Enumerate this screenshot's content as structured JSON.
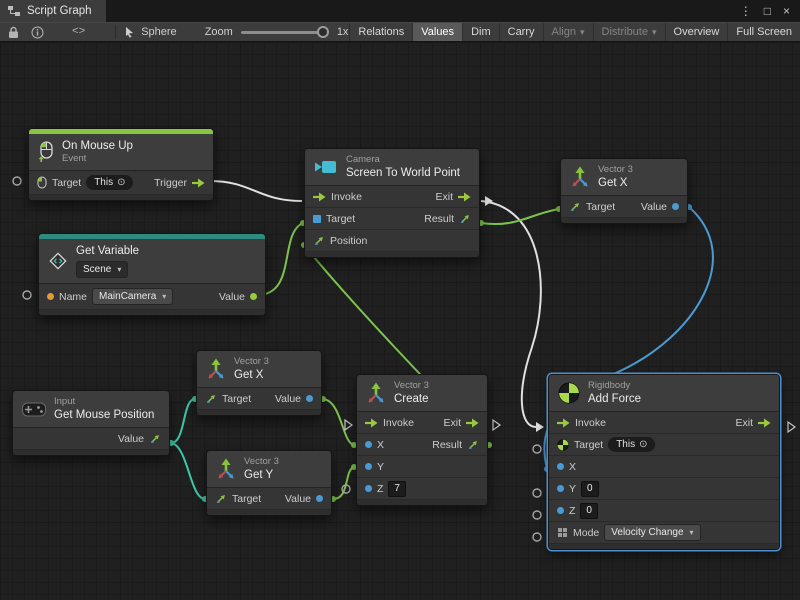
{
  "window": {
    "tab_title": "Script Graph"
  },
  "state": {
    "selected_node": "add-force"
  },
  "icons": {
    "more": "⋮",
    "maximize": "□",
    "close": "×",
    "caret_down": "▾",
    "target_symbol": "⊙",
    "code": "<>"
  },
  "toolbar": {
    "target_label": "Sphere",
    "zoom_label": "Zoom",
    "zoom_value": "1x",
    "buttons": [
      {
        "label": "Relations",
        "state": "normal"
      },
      {
        "label": "Values",
        "state": "active"
      },
      {
        "label": "Dim",
        "state": "normal"
      },
      {
        "label": "Carry",
        "state": "normal"
      },
      {
        "label": "Align",
        "state": "disabled",
        "caret": "▾"
      },
      {
        "label": "Distribute",
        "state": "disabled",
        "caret": "▾"
      },
      {
        "label": "Overview",
        "state": "normal"
      },
      {
        "label": "Full Screen",
        "state": "normal"
      }
    ]
  },
  "nodes": {
    "on_mouse_up": {
      "title": "On Mouse Up",
      "subtitle": "Event",
      "target": "Target",
      "target_value": "This",
      "trigger": "Trigger"
    },
    "get_variable": {
      "title": "Get Variable",
      "scope_value": "Scene",
      "name": "Name",
      "name_value": "MainCamera",
      "value": "Value"
    },
    "screen_to_world_point": {
      "category": "Camera",
      "title": "Screen To World Point",
      "invoke": "Invoke",
      "exit": "Exit",
      "target": "Target",
      "result": "Result",
      "position": "Position"
    },
    "get_x_top": {
      "category": "Vector 3",
      "title": "Get X",
      "target": "Target",
      "value": "Value"
    },
    "get_x_mid": {
      "category": "Vector 3",
      "title": "Get X",
      "target": "Target",
      "value": "Value"
    },
    "get_y": {
      "category": "Vector 3",
      "title": "Get Y",
      "target": "Target",
      "value": "Value"
    },
    "get_mouse_position": {
      "category": "Input",
      "title": "Get Mouse Position",
      "value": "Value"
    },
    "create": {
      "category": "Vector 3",
      "title": "Create",
      "invoke": "Invoke",
      "exit": "Exit",
      "x": "X",
      "result": "Result",
      "y": "Y",
      "z": "Z",
      "z_value": "7"
    },
    "add_force": {
      "category": "Rigidbody",
      "title": "Add Force",
      "invoke": "Invoke",
      "exit": "Exit",
      "target": "Target",
      "target_value": "This",
      "x": "X",
      "y": "Y",
      "y_value": "0",
      "z": "Z",
      "z_value": "0",
      "mode": "Mode",
      "mode_value": "Velocity Change"
    }
  },
  "wires": [
    {
      "from": "on-mouse-up.trigger",
      "to": "screen-to-world-point.invoke",
      "type": "flow",
      "color": "#e0e0e0"
    },
    {
      "from": "screen-to-world-point.exit",
      "to": "add-force.invoke",
      "type": "flow",
      "color": "#e0e0e0"
    },
    {
      "from": "get-variable.value",
      "to": "screen-to-world-point.target",
      "type": "data",
      "color": "#7cc34c"
    },
    {
      "from": "screen-to-world-point.result",
      "to": "get-x-top.target",
      "type": "data",
      "color": "#7cc34c"
    },
    {
      "from": "create.result",
      "to": "screen-to-world-point.position",
      "type": "data",
      "color": "#7cc34c"
    },
    {
      "from": "get-mouse-position.value",
      "to": "get-x-mid.target",
      "type": "data",
      "color": "#3ec9a7"
    },
    {
      "from": "get-mouse-position.value",
      "to": "get-y.target",
      "type": "data",
      "color": "#3ec9a7"
    },
    {
      "from": "get-x-mid.value",
      "to": "create.x",
      "type": "data",
      "color": "#7cc34c"
    },
    {
      "from": "get-y.value",
      "to": "create.y",
      "type": "data",
      "color": "#7cc34c"
    },
    {
      "from": "get-x-top.value",
      "to": "add-force.x",
      "type": "data",
      "color": "#4a9bd4"
    }
  ]
}
